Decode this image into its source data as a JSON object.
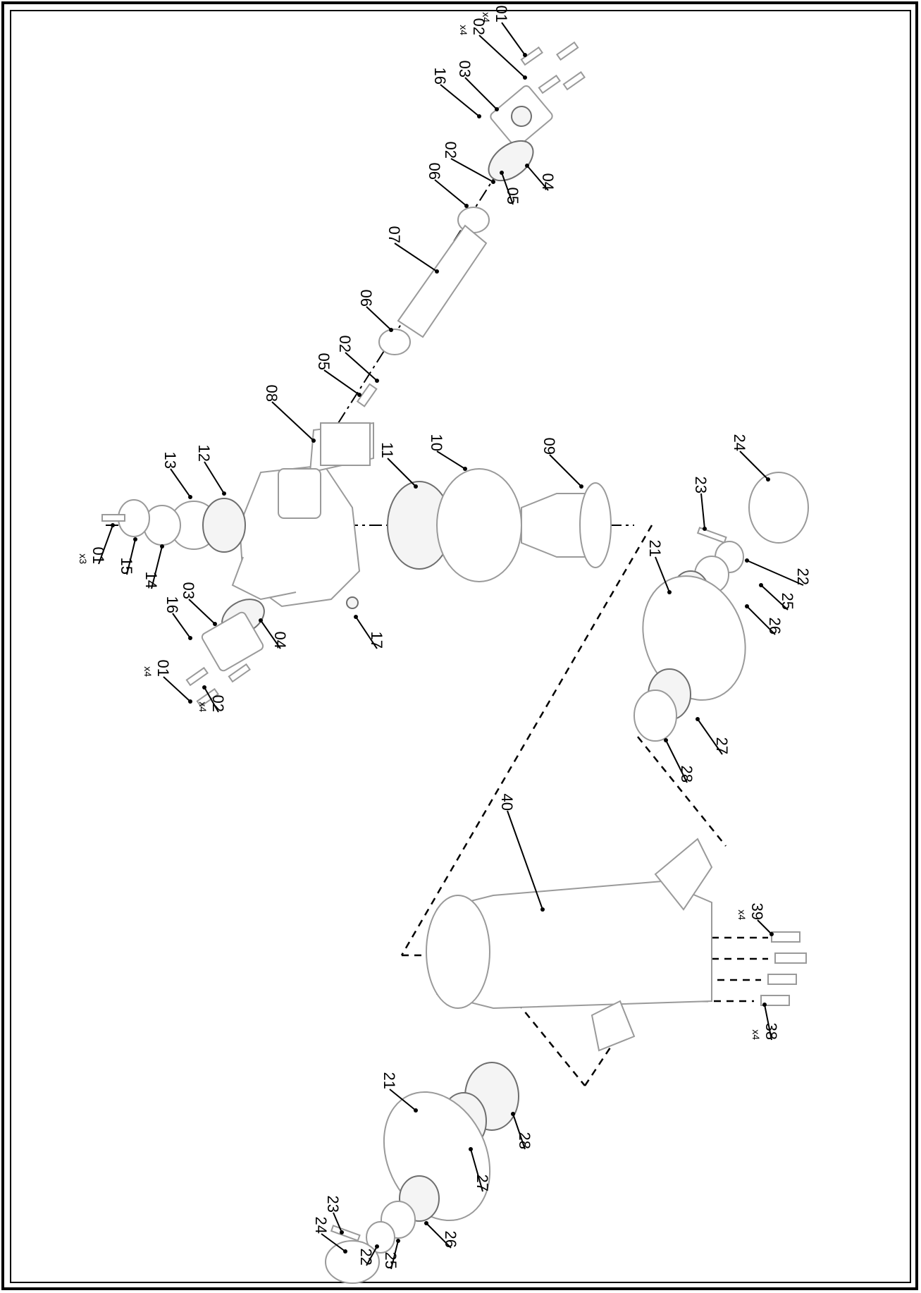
{
  "callouts": [
    {
      "id": "c-01a",
      "label": "01",
      "qty": "x4"
    },
    {
      "id": "c-02a",
      "label": "02",
      "qty": "x4"
    },
    {
      "id": "c-03a",
      "label": "03",
      "qty": ""
    },
    {
      "id": "c-16a",
      "label": "16",
      "qty": ""
    },
    {
      "id": "c-02b",
      "label": "02",
      "qty": ""
    },
    {
      "id": "c-05a",
      "label": "05",
      "qty": ""
    },
    {
      "id": "c-04a",
      "label": "04",
      "qty": ""
    },
    {
      "id": "c-06a",
      "label": "06",
      "qty": ""
    },
    {
      "id": "c-07",
      "label": "07",
      "qty": ""
    },
    {
      "id": "c-06b",
      "label": "06",
      "qty": ""
    },
    {
      "id": "c-02c",
      "label": "02",
      "qty": ""
    },
    {
      "id": "c-05b",
      "label": "05",
      "qty": ""
    },
    {
      "id": "c-08",
      "label": "08",
      "qty": ""
    },
    {
      "id": "c-11",
      "label": "11",
      "qty": ""
    },
    {
      "id": "c-10",
      "label": "10",
      "qty": ""
    },
    {
      "id": "c-09",
      "label": "09",
      "qty": ""
    },
    {
      "id": "c-13",
      "label": "13",
      "qty": ""
    },
    {
      "id": "c-12",
      "label": "12",
      "qty": ""
    },
    {
      "id": "c-01b",
      "label": "01",
      "qty": "x3"
    },
    {
      "id": "c-15",
      "label": "15",
      "qty": ""
    },
    {
      "id": "c-14",
      "label": "14",
      "qty": ""
    },
    {
      "id": "c-16b",
      "label": "16",
      "qty": ""
    },
    {
      "id": "c-03b",
      "label": "03",
      "qty": ""
    },
    {
      "id": "c-04b",
      "label": "04",
      "qty": ""
    },
    {
      "id": "c-17",
      "label": "17",
      "qty": ""
    },
    {
      "id": "c-01c",
      "label": "01",
      "qty": "x4"
    },
    {
      "id": "c-02d",
      "label": "02",
      "qty": "x4"
    },
    {
      "id": "c-24a",
      "label": "24",
      "qty": ""
    },
    {
      "id": "c-23a",
      "label": "23",
      "qty": ""
    },
    {
      "id": "c-21a",
      "label": "21",
      "qty": ""
    },
    {
      "id": "c-22a",
      "label": "22",
      "qty": ""
    },
    {
      "id": "c-25a",
      "label": "25",
      "qty": ""
    },
    {
      "id": "c-26a",
      "label": "26",
      "qty": ""
    },
    {
      "id": "c-27a",
      "label": "27",
      "qty": ""
    },
    {
      "id": "c-28a",
      "label": "28",
      "qty": ""
    },
    {
      "id": "c-40",
      "label": "40",
      "qty": ""
    },
    {
      "id": "c-39",
      "label": "39",
      "qty": "x4"
    },
    {
      "id": "c-38",
      "label": "38",
      "qty": "x4"
    },
    {
      "id": "c-21b",
      "label": "21",
      "qty": ""
    },
    {
      "id": "c-28b",
      "label": "28",
      "qty": ""
    },
    {
      "id": "c-27b",
      "label": "27",
      "qty": ""
    },
    {
      "id": "c-26b",
      "label": "26",
      "qty": ""
    },
    {
      "id": "c-25b",
      "label": "25",
      "qty": ""
    },
    {
      "id": "c-22b",
      "label": "22",
      "qty": ""
    },
    {
      "id": "c-23b",
      "label": "23",
      "qty": ""
    },
    {
      "id": "c-24b",
      "label": "24",
      "qty": ""
    }
  ]
}
